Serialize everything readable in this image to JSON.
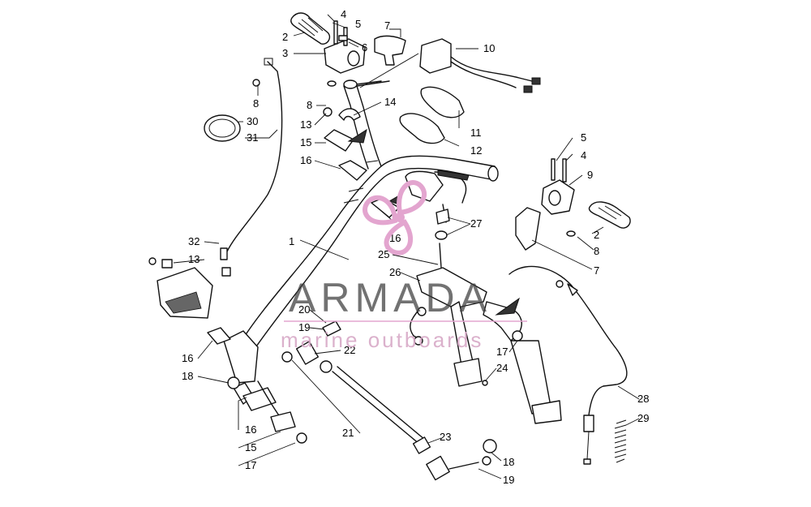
{
  "diagram": {
    "callouts": [
      {
        "id": "c2a",
        "label": "2"
      },
      {
        "id": "c4a",
        "label": "4"
      },
      {
        "id": "c5a",
        "label": "5"
      },
      {
        "id": "c3",
        "label": "3"
      },
      {
        "id": "c6",
        "label": "6"
      },
      {
        "id": "c7a",
        "label": "7"
      },
      {
        "id": "c10",
        "label": "10"
      },
      {
        "id": "c8a",
        "label": "8"
      },
      {
        "id": "c8b",
        "label": "8"
      },
      {
        "id": "c14",
        "label": "14"
      },
      {
        "id": "c13a",
        "label": "13"
      },
      {
        "id": "c30",
        "label": "30"
      },
      {
        "id": "c11",
        "label": "11"
      },
      {
        "id": "c31",
        "label": "31"
      },
      {
        "id": "c15a",
        "label": "15"
      },
      {
        "id": "c12",
        "label": "12"
      },
      {
        "id": "c16a",
        "label": "16"
      },
      {
        "id": "c5b",
        "label": "5"
      },
      {
        "id": "c4b",
        "label": "4"
      },
      {
        "id": "c9",
        "label": "9"
      },
      {
        "id": "c27",
        "label": "27"
      },
      {
        "id": "c16b",
        "label": "16"
      },
      {
        "id": "c2b",
        "label": "2"
      },
      {
        "id": "c32",
        "label": "32"
      },
      {
        "id": "c1",
        "label": "1"
      },
      {
        "id": "c8c",
        "label": "8"
      },
      {
        "id": "c13b",
        "label": "13"
      },
      {
        "id": "c25",
        "label": "25"
      },
      {
        "id": "c7b",
        "label": "7"
      },
      {
        "id": "c26",
        "label": "26"
      },
      {
        "id": "c20",
        "label": "20"
      },
      {
        "id": "c19a",
        "label": "19"
      },
      {
        "id": "c22",
        "label": "22"
      },
      {
        "id": "c16c",
        "label": "16"
      },
      {
        "id": "c17a",
        "label": "17"
      },
      {
        "id": "c24",
        "label": "24"
      },
      {
        "id": "c18a",
        "label": "18"
      },
      {
        "id": "c28",
        "label": "28"
      },
      {
        "id": "c29",
        "label": "29"
      },
      {
        "id": "c21",
        "label": "21"
      },
      {
        "id": "c16d",
        "label": "16"
      },
      {
        "id": "c23",
        "label": "23"
      },
      {
        "id": "c15b",
        "label": "15"
      },
      {
        "id": "c18b",
        "label": "18"
      },
      {
        "id": "c17b",
        "label": "17"
      },
      {
        "id": "c19b",
        "label": "19"
      }
    ]
  },
  "watermark": {
    "brand": "ARMADA",
    "tagline": "marine outboards",
    "logo_icon": "propeller-logo-icon",
    "colors": {
      "logo_pink": "#e3a5cf",
      "brand_text": "#3b3b3b",
      "tagline": "#d7a8c6"
    }
  }
}
